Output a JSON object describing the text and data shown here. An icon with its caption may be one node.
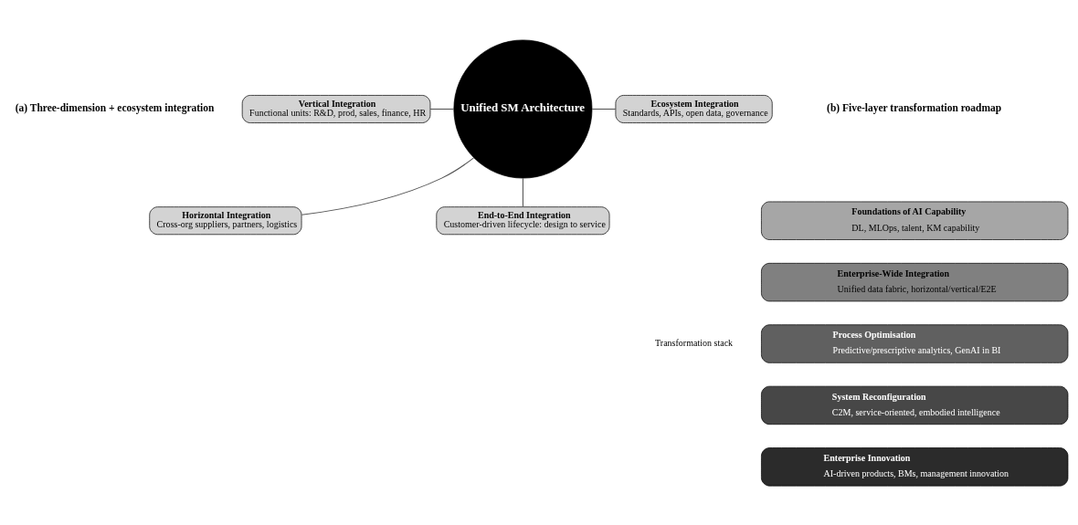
{
  "diagram": {
    "nodes": [
      {
        "text": [
          "Unified SM Architecture"
        ]
      },
      {
        "text": [
          "Horizontal Integration",
          "Cross-org suppliers, partners, logistics"
        ]
      },
      {
        "text": [
          "Vertical Integration",
          "Functional units: R&D, prod, sales, finance, HR"
        ]
      },
      {
        "text": [
          "Ecosystem Integration",
          "Standards, APIs, open data, governance"
        ]
      },
      {
        "text": [
          "End-to-End Integration",
          "Customer-driven lifecycle: design to service"
        ]
      },
      {
        "text": [
          "Foundations of AI Capability",
          "DL, MLOps, talent, KM capability"
        ]
      },
      {
        "text": [
          "Enterprise-Wide Integration",
          "Unified data fabric, horizontal/vertical/E2E"
        ]
      },
      {
        "text": [
          "Process Optimisation",
          "Predictive/prescriptive analytics, GenAI in BI"
        ]
      },
      {
        "text": [
          "System Reconfiguration",
          "C2M, service-oriented, embodied intelligence"
        ]
      },
      {
        "text": [
          "Enterprise Innovation",
          "AI-driven products, BMs, management innovation"
        ]
      }
    ],
    "edges": [
      {
        "from": 0,
        "to": 1,
        "arrow": "none"
      },
      {
        "from": 0,
        "to": 2,
        "arrow": "none"
      },
      {
        "from": 0,
        "to": 3,
        "arrow": "none"
      },
      {
        "from": 0,
        "to": 4,
        "arrow": "none"
      }
    ],
    "labels": [
      "(a) Three-dimension + ecosystem integration",
      "(b) Five-layer transformation roadmap",
      "Transformation stack"
    ]
  }
}
